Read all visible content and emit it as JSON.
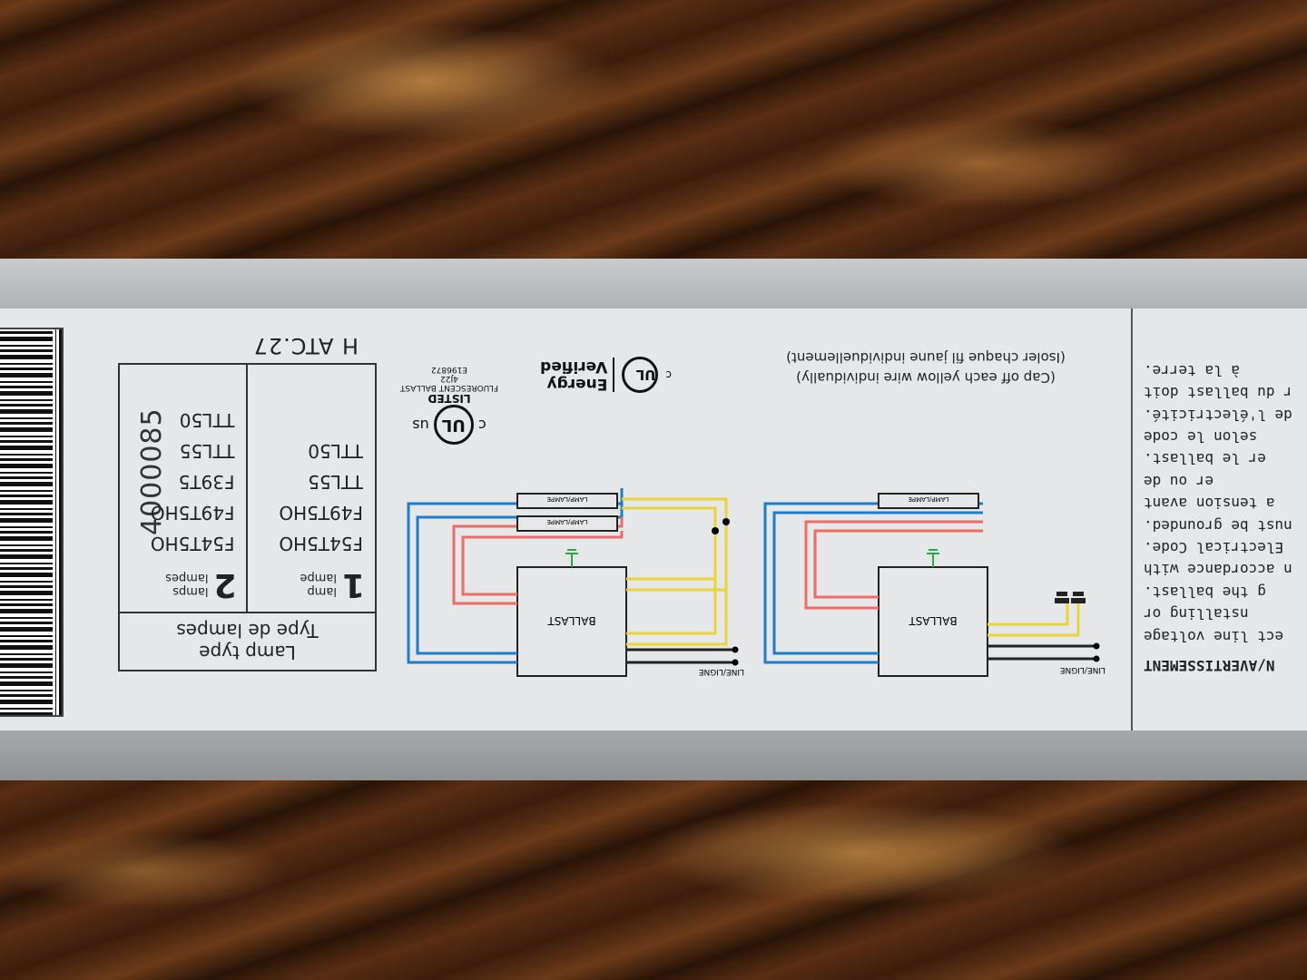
{
  "label": {
    "serial": "4000085",
    "lamp_table": {
      "header": [
        "Lamp type",
        "Type de lampes"
      ],
      "columns": [
        {
          "count": "1",
          "unit_en": "lamp",
          "unit_fr": "lampe",
          "models": [
            "F54T5HO",
            "F49T5HO",
            "TTL55",
            "TTL50"
          ]
        },
        {
          "count": "2",
          "unit_en": "lamps",
          "unit_fr": "lampes",
          "models": [
            "F54T5HO",
            "F49T5HO",
            "F39T5",
            "TTL55",
            "TTL50"
          ]
        }
      ]
    },
    "code": "H  ATC.27",
    "ul_listed": {
      "c": "c",
      "mark": "UL",
      "us": "us",
      "listed": "LISTED",
      "line1": "FLUORESCENT BALLAST",
      "line2": "4J22",
      "line3": "E196872"
    },
    "energy_verified": {
      "c": "c",
      "mark": "UL",
      "line1": "Energy",
      "line2": "Verified"
    },
    "cap_note": [
      "(Cap off each yellow wire individually)",
      "(Isoler chaque fil jaune individuellement)"
    ],
    "diagrams": {
      "ballast": "BALLAST",
      "line": "LINE/LIGNE",
      "lamp": "LAMP/LAMPE"
    },
    "warning": {
      "title": "N/AVERTISSEMENT",
      "lines": [
        "ect line voltage",
        "nstalling or",
        "g the ballast.",
        "n accordance with",
        "Electrical Code.",
        "nust be grounded.",
        "a tension avant",
        "er ou de",
        "er le ballast.",
        "selon le code",
        "de l'électricité.",
        "r du ballast doit",
        "à la terre."
      ]
    },
    "colors": {
      "blue": "#1a7fd0",
      "red": "#ef6a6a",
      "yellow": "#e8d53a",
      "green": "#2aa84a"
    }
  }
}
